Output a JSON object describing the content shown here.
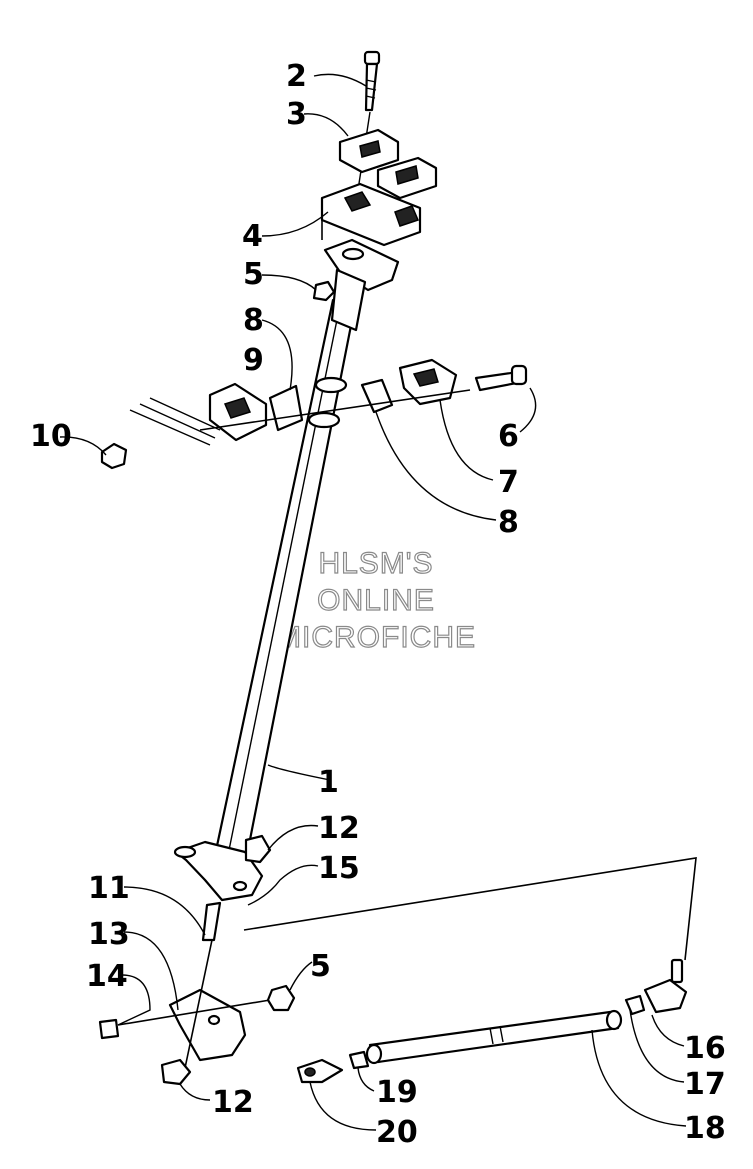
{
  "watermark": {
    "line1": "HLSM'S",
    "line2": "ONLINE",
    "line3": "MICROFICHE"
  },
  "callouts": [
    {
      "id": "c2",
      "text": "2"
    },
    {
      "id": "c3",
      "text": "3"
    },
    {
      "id": "c4",
      "text": "4"
    },
    {
      "id": "c5a",
      "text": "5"
    },
    {
      "id": "c8a",
      "text": "8"
    },
    {
      "id": "c9",
      "text": "9"
    },
    {
      "id": "c10",
      "text": "10"
    },
    {
      "id": "c6",
      "text": "6"
    },
    {
      "id": "c7",
      "text": "7"
    },
    {
      "id": "c8b",
      "text": "8"
    },
    {
      "id": "c1",
      "text": "1"
    },
    {
      "id": "c12a",
      "text": "12"
    },
    {
      "id": "c15",
      "text": "15"
    },
    {
      "id": "c11",
      "text": "11"
    },
    {
      "id": "c13",
      "text": "13"
    },
    {
      "id": "c5b",
      "text": "5"
    },
    {
      "id": "c14",
      "text": "14"
    },
    {
      "id": "c16",
      "text": "16"
    },
    {
      "id": "c17",
      "text": "17"
    },
    {
      "id": "c12b",
      "text": "12"
    },
    {
      "id": "c19",
      "text": "19"
    },
    {
      "id": "c18",
      "text": "18"
    },
    {
      "id": "c20",
      "text": "20"
    }
  ]
}
